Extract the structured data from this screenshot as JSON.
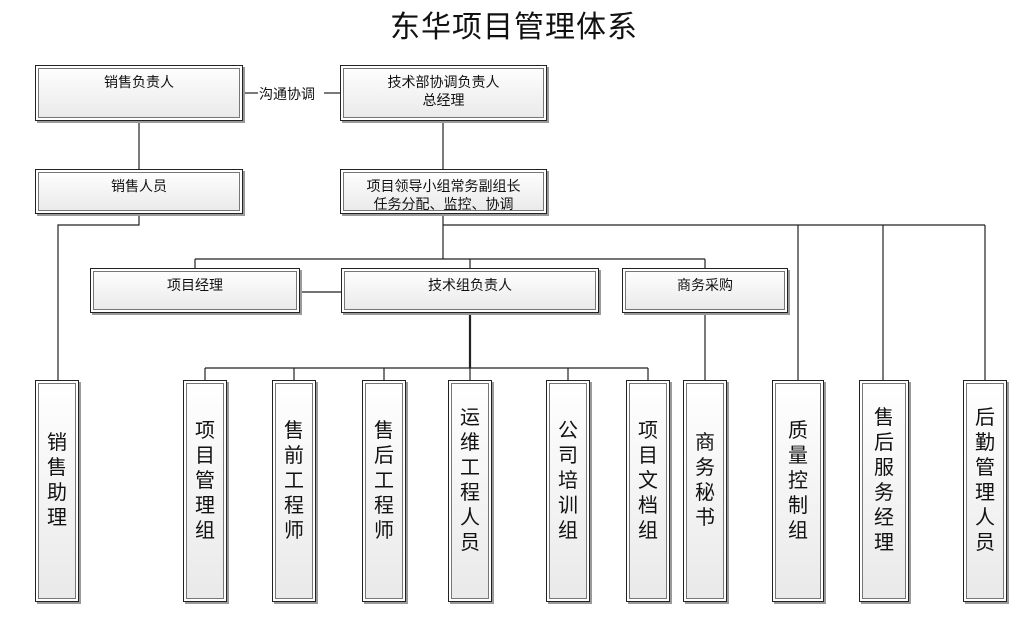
{
  "title": "东华项目管理体系",
  "nodes": {
    "sales_head": "销售负责人",
    "tech_coord": "技术部协调负责人",
    "general_manager": "总经理",
    "sales_staff": "销售人员",
    "leader_group": "项目领导小组常务副组长",
    "leader_duties": "任务分配、监控、协调",
    "project_manager": "项目经理",
    "tech_lead": "技术组负责人",
    "procurement": "商务采购",
    "sales_assistant": "销售助理",
    "pm_group": "项目管理组",
    "presales_engineer": "售前工程师",
    "aftersales_engineer": "售后工程师",
    "ops_staff": "运维工程人员",
    "training_group": "公司培训组",
    "doc_group": "项目文档组",
    "business_secretary": "商务秘书",
    "qc_group": "质量控制组",
    "aftersales_manager": "售后服务经理",
    "logistics_staff": "后勤管理人员"
  },
  "edge_labels": {
    "coordination": "沟通协调"
  }
}
